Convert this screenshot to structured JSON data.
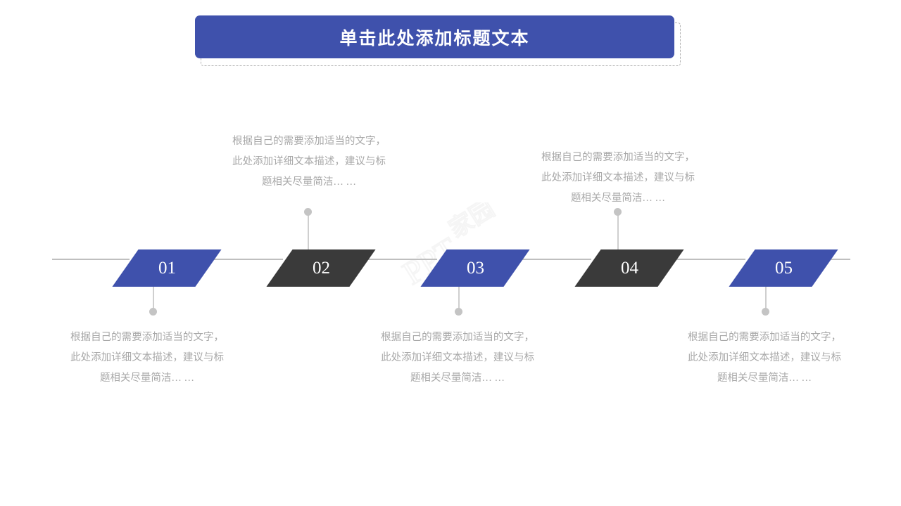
{
  "slide": {
    "background_color": "#ffffff",
    "accent_blue": "#3f51ac",
    "accent_dark": "#3a3a3a",
    "axis_color": "#bfbfbf",
    "body_text_color": "#a8a8a8"
  },
  "title": {
    "text": "单击此处添加标题文本",
    "plate_color": "#3f51ac",
    "text_color": "#ffffff",
    "frame_style": "dashed"
  },
  "watermark": {
    "text": "PPT家园"
  },
  "body_text": "根据自己的需要添加适当的文字，此处添加详细文本描述，建议与标题相关尽量简洁… …",
  "timeline": {
    "steps": [
      {
        "number": "01",
        "color": "#3f51ac",
        "style": "blue",
        "label_position": "below",
        "description": "根据自己的需要添加适当的文字，此处添加详细文本描述，建议与标题相关尽量简洁… …"
      },
      {
        "number": "02",
        "color": "#3a3a3a",
        "style": "dark",
        "label_position": "above",
        "description": "根据自己的需要添加适当的文字，此处添加详细文本描述，建议与标题相关尽量简洁… …"
      },
      {
        "number": "03",
        "color": "#3f51ac",
        "style": "blue",
        "label_position": "below",
        "description": "根据自己的需要添加适当的文字，此处添加详细文本描述，建议与标题相关尽量简洁… …"
      },
      {
        "number": "04",
        "color": "#3a3a3a",
        "style": "dark",
        "label_position": "above",
        "description": "根据自己的需要添加适当的文字，此处添加详细文本描述，建议与标题相关尽量简洁… …"
      },
      {
        "number": "05",
        "color": "#3f51ac",
        "style": "blue",
        "label_position": "below",
        "description": "根据自己的需要添加适当的文字，此处添加详细文本描述，建议与标题相关尽量简洁… …"
      }
    ]
  }
}
